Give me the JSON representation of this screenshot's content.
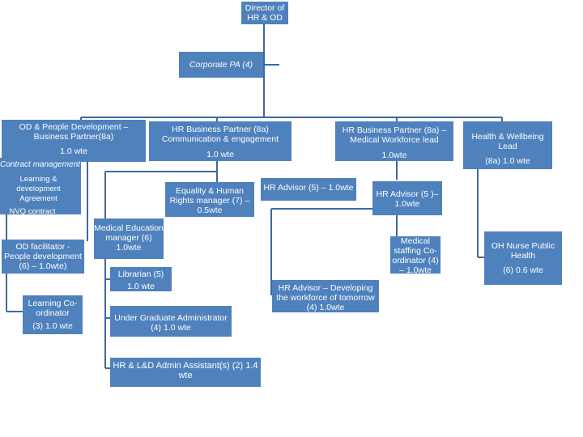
{
  "director": "Director of HR & OD",
  "corporate_pa": "Corporate PA (4)",
  "od_people": {
    "title": "OD & People Development – Business Partner(8a)",
    "wte": "1.0 wte",
    "contract": "Contract management",
    "learning": "Learning & development Agreement",
    "nvq": "NVQ contract"
  },
  "hr_comm": {
    "title": "HR Business Partner (8a) Communication & engagement",
    "wte": "1.0 wte"
  },
  "hr_medical": {
    "title": "HR Business Partner (8a) – Medical Workforce lead",
    "wte": "1.0wte"
  },
  "health": {
    "title": "Health & Wellbeing Lead",
    "wte": "(8a) 1.0 wte"
  },
  "od_facilitator": "OD facilitator - People development (6) – 1.0wte)",
  "learning_coord": {
    "title": "Learning Co-ordinator",
    "wte": "(3) 1.0 wte"
  },
  "equality": "Equality & Human Rights manager (7) – 0.5wte",
  "medical_education": "Medical Education manager (6) 1.0wte",
  "librarian": {
    "title": "Librarian (5)",
    "wte": "1.0 wte"
  },
  "undergrad": "Under Graduate Administrator (4) 1.0 wte",
  "admin_assistant": "HR & L&D Admin Assistant(s) (2) 1.4 wte",
  "hr_advisor_1": "HR Advisor (5) – 1.0wte",
  "hr_advisor_2": "HR Advisor (5 )– 1.0wte",
  "medical_staffing": "Medical staffing Co-ordinator (4) – 1.0wte",
  "hr_advisor_dev": "HR Advisor – Developing the workforce of tomorrow (4) 1.0wte",
  "oh_nurse": {
    "title": "OH Nurse Public Health",
    "wte": "(6) 0.6 wte"
  },
  "colors": {
    "box": "#4f81bd",
    "line": "#3c6a9e",
    "text": "#ffffff"
  }
}
